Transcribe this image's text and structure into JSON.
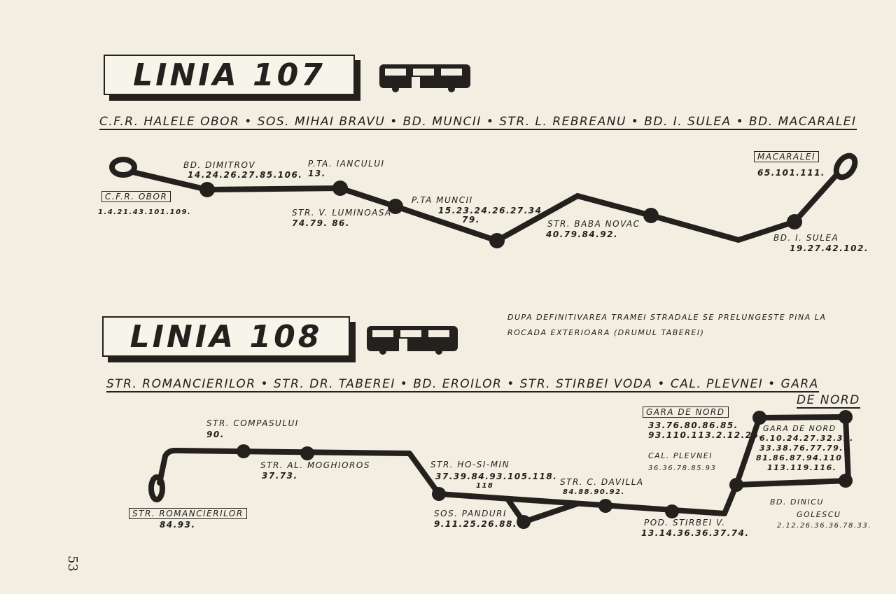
{
  "page_number": "53",
  "line107": {
    "title": "LINIA 107",
    "route": "C.F.R. HALELE OBOR • SOS. MIHAI BRAVU • BD. MUNCII • STR. L. REBREANU • BD. I. SULEA • BD. MACARALEI",
    "stations": [
      {
        "name": "C.F.R. OBOR",
        "lines": "1.4.21.43.101.109."
      },
      {
        "name": "BD. DIMITROV",
        "lines": "14.24.26.27.85.106."
      },
      {
        "name": "P.TA. IANCULUI",
        "lines": "13."
      },
      {
        "name": "STR. V. LUMINOASA",
        "lines": "74.79. 86."
      },
      {
        "name": "P.TA MUNCII",
        "lines": "15.23.24.26.27.34.",
        "lines2": "79."
      },
      {
        "name": "STR. BABA NOVAC",
        "lines": "40.79.84.92."
      },
      {
        "name": "BD. I. SULEA",
        "lines": "19.27.42.102."
      },
      {
        "name": "MACARALEI",
        "lines": "65.101.111."
      }
    ]
  },
  "line108": {
    "title": "LINIA 108",
    "note": "DUPA DEFINITIVAREA TRAMEI STRADALE SE PRELUNGESTE PINA LA ROCADA EXTERIOARA (DRUMUL TABEREI)",
    "route": "STR. ROMANCIERILOR • STR. DR. TABEREI • BD. EROILOR • STR. STIRBEI VODA • CAL. PLEVNEI • GARA",
    "route2": "DE NORD",
    "stations": [
      {
        "name": "STR. ROMANCIERILOR",
        "lines": "84.93."
      },
      {
        "name": "STR. COMPASULUI",
        "lines": "90."
      },
      {
        "name": "STR. AL. MOGHIOROS",
        "lines": "37.73."
      },
      {
        "name": "STR. HO-SI-MIN",
        "lines": "37.39.84.93.105.118.",
        "lines2": "118"
      },
      {
        "name": "SOS. PANDURI",
        "lines": "9.11.25.26.88."
      },
      {
        "name": "STR. C. DAVILLA",
        "lines": "84.88.90.92."
      },
      {
        "name": "POD. STIRBEI V.",
        "lines": "13.14.36.36.37.74."
      },
      {
        "name": "GARA DE NORD",
        "lines": "33.76.80.86.85.",
        "lines2": "93.110.113.2.12.26."
      },
      {
        "name": "CAL. PLEVNEI",
        "lines": "36.36.78.85.93"
      },
      {
        "name": "GARA DE NORD",
        "lines": "6.10.24.27.32.32.",
        "lines2": "33.38.76.77.79.",
        "lines3": "81.86.87.94.110",
        "lines4": "113.119.116."
      },
      {
        "name": "BD. DINICU",
        "name2": "GOLESCU",
        "lines": "2.12.26.36.36.78.33."
      }
    ]
  },
  "colors": {
    "paper": "#f2eee1",
    "ink": "#23201d"
  }
}
